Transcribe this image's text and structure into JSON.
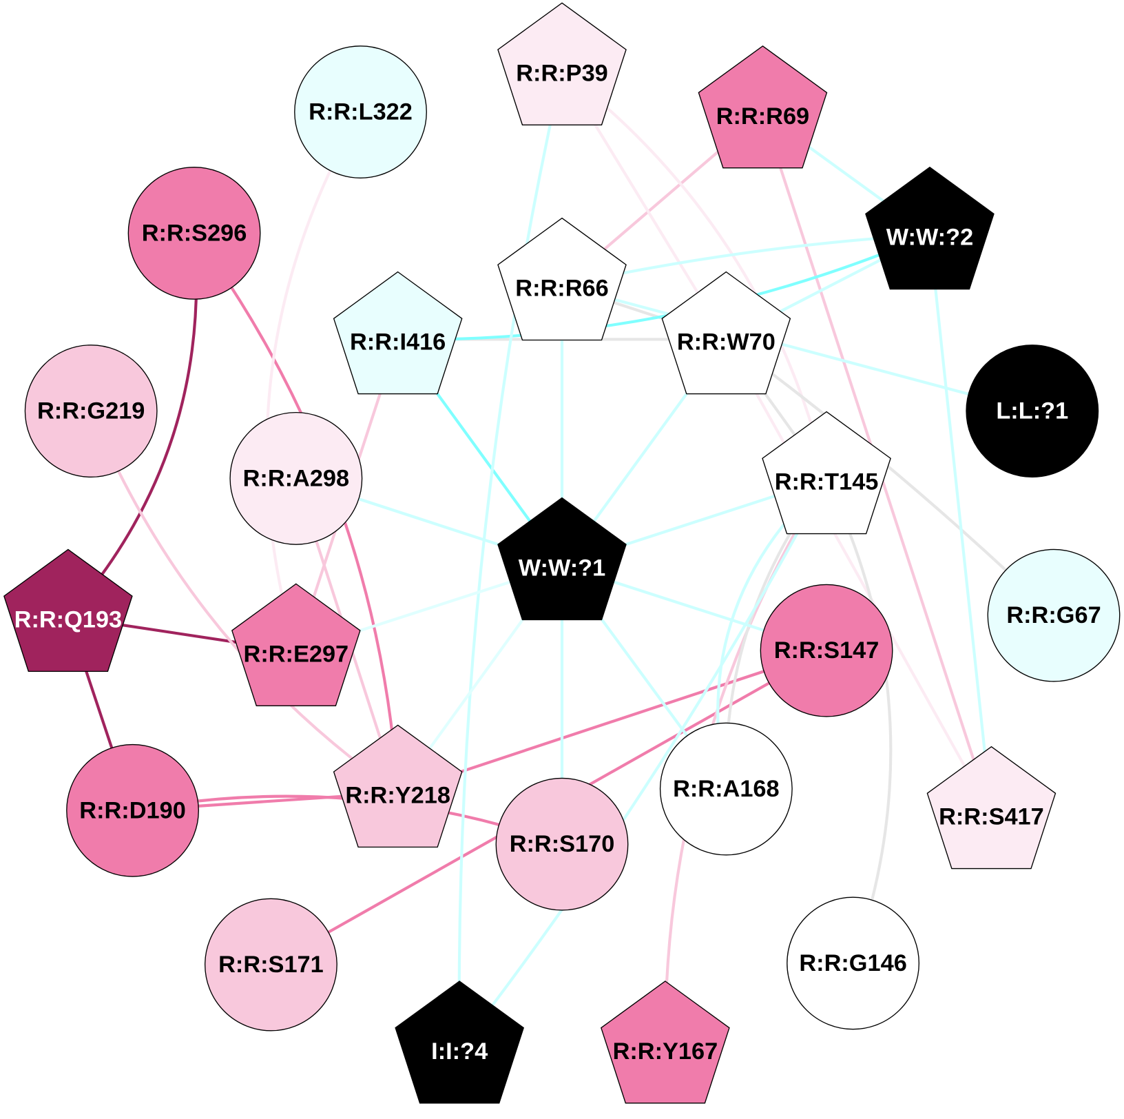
{
  "nodes": [
    {
      "id": "P39",
      "label": "R:R:P39",
      "shape": "pentagon",
      "fill": "#fcebf3",
      "text": "#000000"
    },
    {
      "id": "L322",
      "label": "R:R:L322",
      "shape": "circle",
      "fill": "#e8fefe",
      "text": "#000000"
    },
    {
      "id": "R69",
      "label": "R:R:R69",
      "shape": "pentagon",
      "fill": "#f07cab",
      "text": "#000000"
    },
    {
      "id": "S296",
      "label": "R:R:S296",
      "shape": "circle",
      "fill": "#f07cab",
      "text": "#000000"
    },
    {
      "id": "W2",
      "label": "W:W:?2",
      "shape": "pentagon",
      "fill": "#000000",
      "text": "#ffffff"
    },
    {
      "id": "R66",
      "label": "R:R:R66",
      "shape": "pentagon",
      "fill": "#ffffff",
      "text": "#000000"
    },
    {
      "id": "I416",
      "label": "R:R:I416",
      "shape": "pentagon",
      "fill": "#e8fefe",
      "text": "#000000"
    },
    {
      "id": "W70",
      "label": "R:R:W70",
      "shape": "pentagon",
      "fill": "#ffffff",
      "text": "#000000"
    },
    {
      "id": "G219",
      "label": "R:R:G219",
      "shape": "circle",
      "fill": "#f8c8dc",
      "text": "#000000"
    },
    {
      "id": "L1",
      "label": "L:L:?1",
      "shape": "circle",
      "fill": "#000000",
      "text": "#ffffff"
    },
    {
      "id": "A298",
      "label": "R:R:A298",
      "shape": "circle",
      "fill": "#fcebf3",
      "text": "#000000"
    },
    {
      "id": "T145",
      "label": "R:R:T145",
      "shape": "pentagon",
      "fill": "#ffffff",
      "text": "#000000"
    },
    {
      "id": "W1",
      "label": "W:W:?1",
      "shape": "pentagon",
      "fill": "#000000",
      "text": "#ffffff"
    },
    {
      "id": "Q193",
      "label": "R:R:Q193",
      "shape": "pentagon",
      "fill": "#a0235d",
      "text": "#ffffff"
    },
    {
      "id": "G67",
      "label": "R:R:G67",
      "shape": "circle",
      "fill": "#e8fefe",
      "text": "#000000"
    },
    {
      "id": "E297",
      "label": "R:R:E297",
      "shape": "pentagon",
      "fill": "#f07cab",
      "text": "#000000"
    },
    {
      "id": "S147",
      "label": "R:R:S147",
      "shape": "circle",
      "fill": "#f07cab",
      "text": "#000000"
    },
    {
      "id": "Y218",
      "label": "R:R:Y218",
      "shape": "pentagon",
      "fill": "#f8c8dc",
      "text": "#000000"
    },
    {
      "id": "D190",
      "label": "R:R:D190",
      "shape": "circle",
      "fill": "#f07cab",
      "text": "#000000"
    },
    {
      "id": "A168",
      "label": "R:R:A168",
      "shape": "circle",
      "fill": "#ffffff",
      "text": "#000000"
    },
    {
      "id": "S417",
      "label": "R:R:S417",
      "shape": "pentagon",
      "fill": "#fcebf3",
      "text": "#000000"
    },
    {
      "id": "S170",
      "label": "R:R:S170",
      "shape": "circle",
      "fill": "#f8c8dc",
      "text": "#000000"
    },
    {
      "id": "S171",
      "label": "R:R:S171",
      "shape": "circle",
      "fill": "#f8c8dc",
      "text": "#000000"
    },
    {
      "id": "G146",
      "label": "R:R:G146",
      "shape": "circle",
      "fill": "#ffffff",
      "text": "#000000"
    },
    {
      "id": "I4",
      "label": "I:I:?4",
      "shape": "pentagon",
      "fill": "#000000",
      "text": "#ffffff"
    },
    {
      "id": "Y167",
      "label": "R:R:Y167",
      "shape": "pentagon",
      "fill": "#f07cab",
      "text": "#000000"
    }
  ],
  "edges": [
    {
      "s": "S296",
      "t": "Q193",
      "color": "#a0235d"
    },
    {
      "s": "Q193",
      "t": "E297",
      "color": "#a0235d"
    },
    {
      "s": "Q193",
      "t": "D190",
      "color": "#a0235d"
    },
    {
      "s": "S296",
      "t": "Y218",
      "color": "#f07cab"
    },
    {
      "s": "D190",
      "t": "Y218",
      "color": "#f07cab"
    },
    {
      "s": "D190",
      "t": "S170",
      "color": "#f07cab"
    },
    {
      "s": "S147",
      "t": "Y218",
      "color": "#f07cab"
    },
    {
      "s": "S147",
      "t": "S171",
      "color": "#f07cab"
    },
    {
      "s": "G219",
      "t": "Y218",
      "color": "#f8c8dc"
    },
    {
      "s": "A298",
      "t": "Y218",
      "color": "#f8c8dc"
    },
    {
      "s": "I416",
      "t": "E297",
      "color": "#f8c8dc"
    },
    {
      "s": "L322",
      "t": "E297",
      "color": "#fcebf3"
    },
    {
      "s": "R69",
      "t": "R66",
      "color": "#f8c8dc"
    },
    {
      "s": "R69",
      "t": "S417",
      "color": "#f8c8dc"
    },
    {
      "s": "T145",
      "t": "Y167",
      "color": "#f8c8dc"
    },
    {
      "s": "P39",
      "t": "T145",
      "color": "#fcebf3"
    },
    {
      "s": "P39",
      "t": "W70",
      "color": "#fcebf3"
    },
    {
      "s": "W70",
      "t": "S417",
      "color": "#fcebf3"
    },
    {
      "s": "I416",
      "t": "W70",
      "color": "#e6e6e6"
    },
    {
      "s": "R66",
      "t": "W70",
      "color": "#e6e6e6"
    },
    {
      "s": "W70",
      "t": "G67",
      "color": "#e6e6e6"
    },
    {
      "s": "W70",
      "t": "T145",
      "color": "#e6e6e6"
    },
    {
      "s": "T145",
      "t": "A168",
      "color": "#e6e6e6"
    },
    {
      "s": "T145",
      "t": "G146",
      "color": "#e6e6e6"
    },
    {
      "s": "I416",
      "t": "W2",
      "color": "#80ffff"
    },
    {
      "s": "I416",
      "t": "W1",
      "color": "#80ffff"
    },
    {
      "s": "R66",
      "t": "W2",
      "color": "#ccffff"
    },
    {
      "s": "R66",
      "t": "L1",
      "color": "#ccffff"
    },
    {
      "s": "R69",
      "t": "W2",
      "color": "#ccffff"
    },
    {
      "s": "W2",
      "t": "W70",
      "color": "#ccffff"
    },
    {
      "s": "W2",
      "t": "S417",
      "color": "#ccffff"
    },
    {
      "s": "P39",
      "t": "I4",
      "color": "#ccffff"
    },
    {
      "s": "T145",
      "t": "I4",
      "color": "#ccffff"
    },
    {
      "s": "T145",
      "t": "A168",
      "color": "#ccffff"
    },
    {
      "s": "R66",
      "t": "W1",
      "color": "#ccffff"
    },
    {
      "s": "W70",
      "t": "W1",
      "color": "#ccffff"
    },
    {
      "s": "A298",
      "t": "W1",
      "color": "#ccffff"
    },
    {
      "s": "T145",
      "t": "W1",
      "color": "#ccffff"
    },
    {
      "s": "E297",
      "t": "W1",
      "color": "#e0ffff"
    },
    {
      "s": "W1",
      "t": "S147",
      "color": "#ccffff"
    },
    {
      "s": "W1",
      "t": "Y218",
      "color": "#e0ffff"
    },
    {
      "s": "W1",
      "t": "S170",
      "color": "#ccffff"
    },
    {
      "s": "W1",
      "t": "A168",
      "color": "#ccffff"
    }
  ]
}
